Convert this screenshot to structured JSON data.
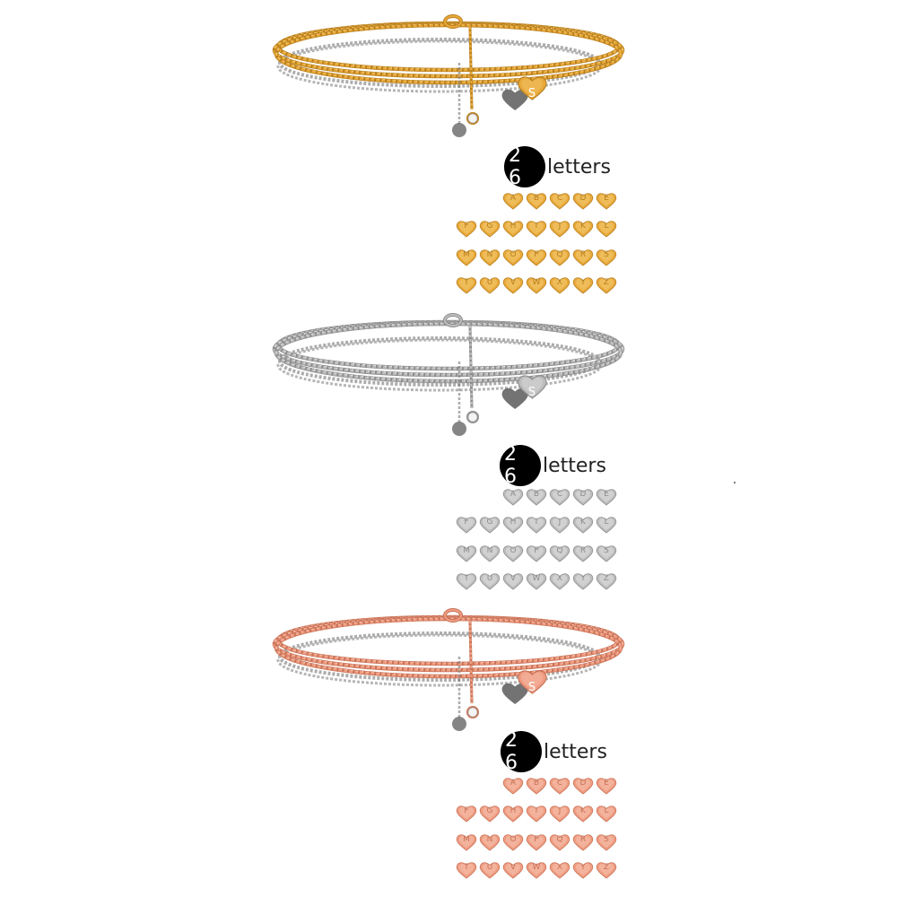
{
  "variants": [
    {
      "id": "gold",
      "metal": "#e8a93a",
      "metal_dark": "#b9801f",
      "metal_light": "#f6cf7a",
      "charm_letter": "S",
      "badge": {
        "digits": "2 6",
        "label": "letters"
      },
      "rows": [
        [
          "A",
          "B",
          "C",
          "D",
          "E"
        ],
        [
          "F",
          "G",
          "H",
          "I",
          "J",
          "K",
          "L"
        ],
        [
          "M",
          "N",
          "O",
          "P",
          "Q",
          "R",
          "S"
        ],
        [
          "T",
          "U",
          "V",
          "W",
          "X",
          "Y",
          "Z"
        ]
      ]
    },
    {
      "id": "silver",
      "metal": "#bdbdbd",
      "metal_dark": "#8e8e8e",
      "metal_light": "#e6e6e6",
      "charm_letter": "S",
      "badge": {
        "digits": "2 6",
        "label": "letters"
      },
      "rows": [
        [
          "A",
          "B",
          "C",
          "D",
          "E"
        ],
        [
          "F",
          "G",
          "H",
          "I",
          "J",
          "K",
          "L"
        ],
        [
          "M",
          "N",
          "O",
          "P",
          "Q",
          "R",
          "S"
        ],
        [
          "T",
          "U",
          "V",
          "W",
          "X",
          "Y",
          "Z"
        ]
      ]
    },
    {
      "id": "rose",
      "metal": "#ef9d82",
      "metal_dark": "#c97358",
      "metal_light": "#f8c7b6",
      "charm_letter": "S",
      "badge": {
        "digits": "2 6",
        "label": "letters"
      },
      "rows": [
        [
          "A",
          "B",
          "C",
          "D",
          "E"
        ],
        [
          "F",
          "G",
          "H",
          "I",
          "J",
          "K",
          "L"
        ],
        [
          "M",
          "N",
          "O",
          "P",
          "Q",
          "R",
          "S"
        ],
        [
          "T",
          "U",
          "V",
          "W",
          "X",
          "Y",
          "Z"
        ]
      ]
    }
  ]
}
